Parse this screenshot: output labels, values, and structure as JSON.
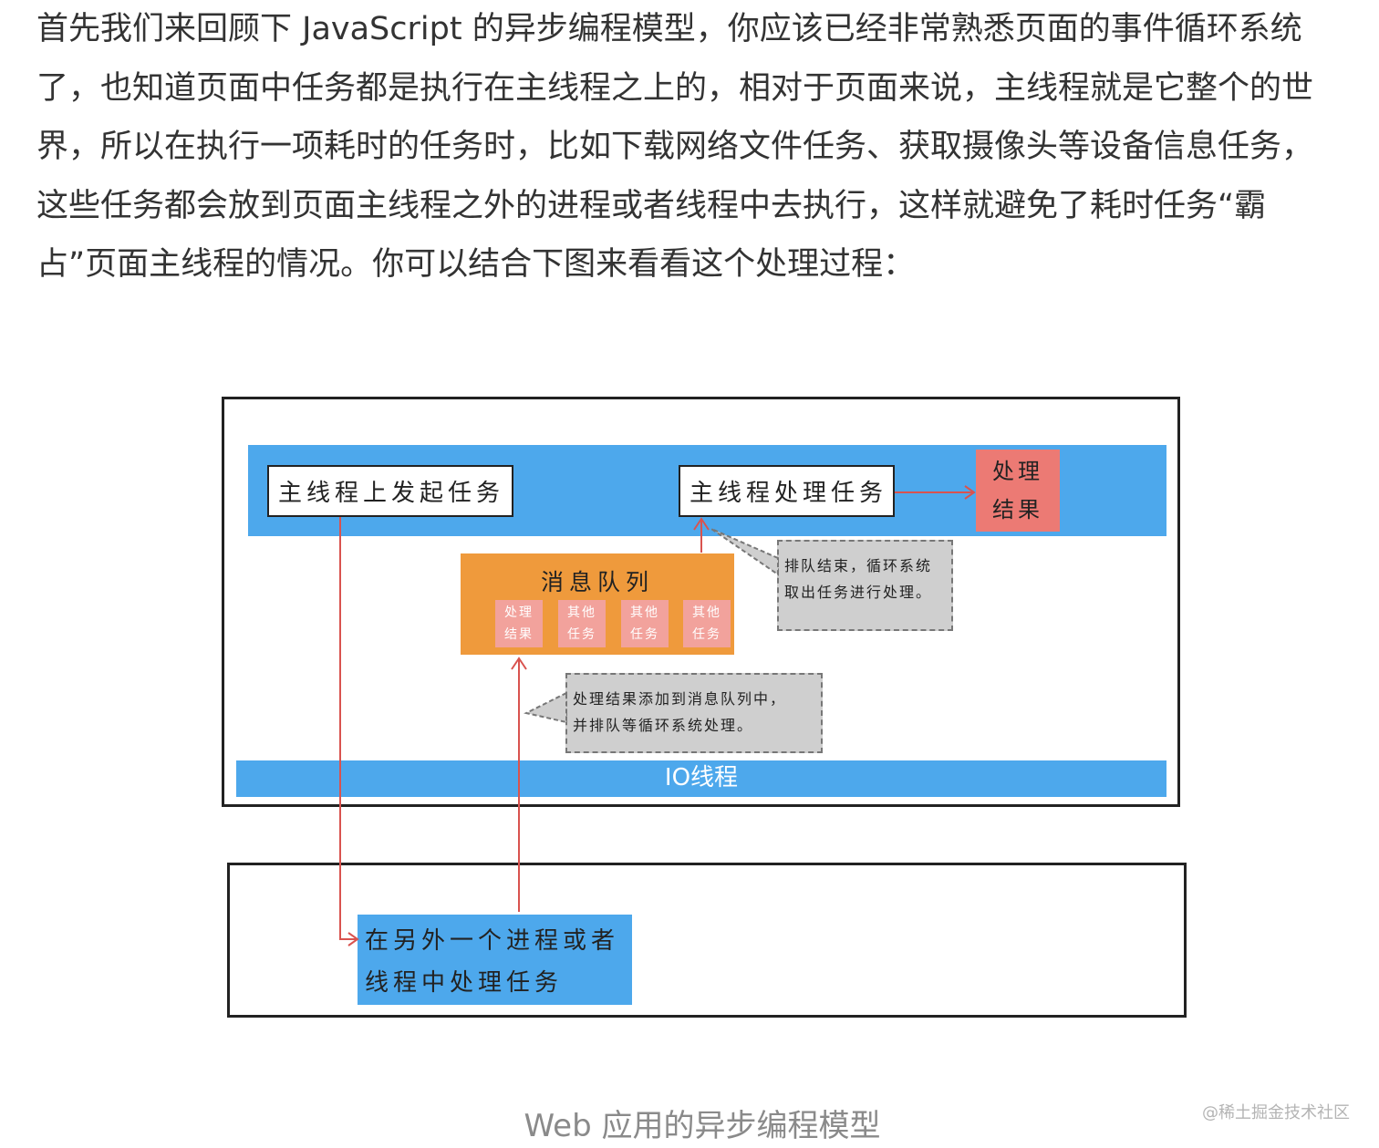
{
  "paragraph": {
    "lines": [
      "首先我们来回顾下 JavaScript 的异步编程模型，你应该已经非常熟悉页面的事件循环系统",
      "了，也知道页面中任务都是执行在主线程之上的，相对于页面来说，主线程就是它整个的世",
      "界，所以在执行一项耗时的任务时，比如下载网络文件任务、获取摄像头等设备信息任务，",
      "这些任务都会放到页面主线程之外的进程或者线程中去执行，这样就避免了耗时任务“霸",
      "占”页面主线程的情况。你可以结合下图来看看这个处理过程："
    ]
  },
  "diagram": {
    "main_start_task": "主线程上发起任务",
    "main_process_task": "主线程处理任务",
    "result_box": [
      "处理",
      "结果"
    ],
    "queue_title": "消息队列",
    "queue_items": [
      [
        "处理",
        "结果"
      ],
      [
        "其他",
        "任务"
      ],
      [
        "其他",
        "任务"
      ],
      [
        "其他",
        "任务"
      ]
    ],
    "bubble_loop": [
      "排队结束，循环系统",
      "取出任务进行处理。"
    ],
    "bubble_add": [
      "处理结果添加到消息队列中，",
      "并排队等循环系统处理。"
    ],
    "io_thread": "IO线程",
    "other_thread_task": [
      "在另外一个进程或者",
      "线程中处理任务"
    ],
    "colors": {
      "band_blue": "#4da8ec",
      "queue_orange": "#ef9a3c",
      "result_red": "#ec7a74",
      "arrow_red": "#d9534f",
      "bubble_gray": "#cfcfcf"
    }
  },
  "caption": "Web 应用的异步编程模型",
  "watermark": "@稀土掘金技术社区"
}
